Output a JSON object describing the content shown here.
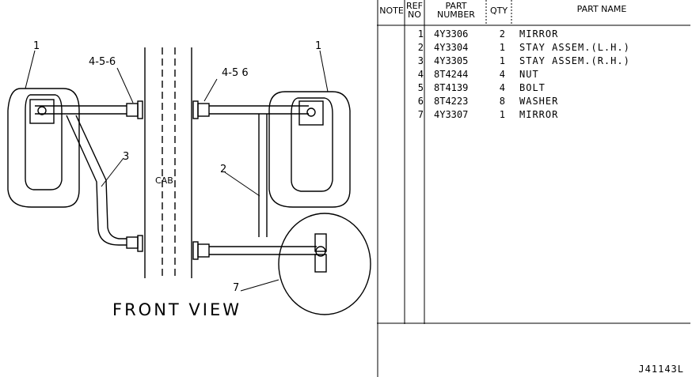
{
  "diagram": {
    "caption": "FRONT VIEW",
    "cab_label": "CAB",
    "callouts": [
      "1",
      "4-5-6",
      "3",
      "1",
      "4-5 6",
      "2",
      "7"
    ]
  },
  "parts_table": {
    "headers": {
      "note": "NOTE",
      "ref_no_line1": "REF",
      "ref_no_line2": "NO",
      "part_number_line1": "PART",
      "part_number_line2": "NUMBER",
      "qty": "QTY",
      "part_name": "PART NAME"
    },
    "rows": [
      {
        "ref": "1",
        "part_number": "4Y3306",
        "qty": "2",
        "name": "MIRROR"
      },
      {
        "ref": "2",
        "part_number": "4Y3304",
        "qty": "1",
        "name": "STAY ASSEM.(L.H.)"
      },
      {
        "ref": "3",
        "part_number": "4Y3305",
        "qty": "1",
        "name": "STAY ASSEM.(R.H.)"
      },
      {
        "ref": "4",
        "part_number": "8T4244",
        "qty": "4",
        "name": "NUT"
      },
      {
        "ref": "5",
        "part_number": "8T4139",
        "qty": "4",
        "name": "BOLT"
      },
      {
        "ref": "6",
        "part_number": "8T4223",
        "qty": "8",
        "name": "WASHER"
      },
      {
        "ref": "7",
        "part_number": "4Y3307",
        "qty": "1",
        "name": "MIRROR"
      }
    ]
  },
  "document_id": "J41143L"
}
